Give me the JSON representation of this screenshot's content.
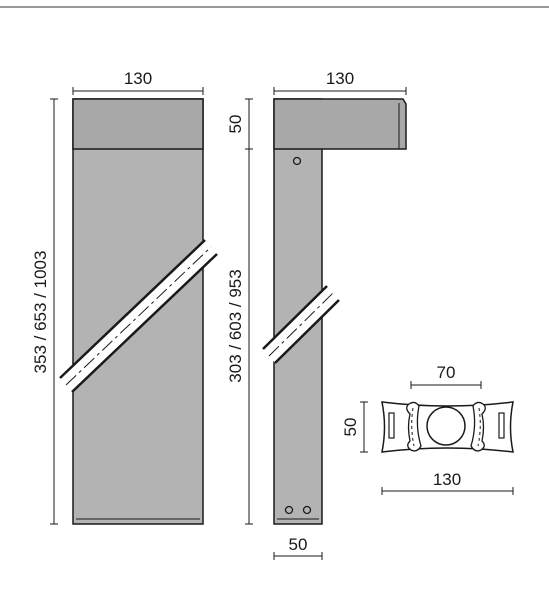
{
  "front_view": {
    "width_label": "130",
    "height_label": "353 / 653 / 1003"
  },
  "side_view": {
    "width_label": "130",
    "head_height_label": "50",
    "shaft_height_label": "303 / 603 / 953",
    "base_width_label": "50"
  },
  "base_plate": {
    "hole_spacing_label": "70",
    "depth_label": "50",
    "width_label": "130"
  },
  "colors": {
    "body": "#b3b3b3",
    "lines": "#1a1a1a"
  }
}
